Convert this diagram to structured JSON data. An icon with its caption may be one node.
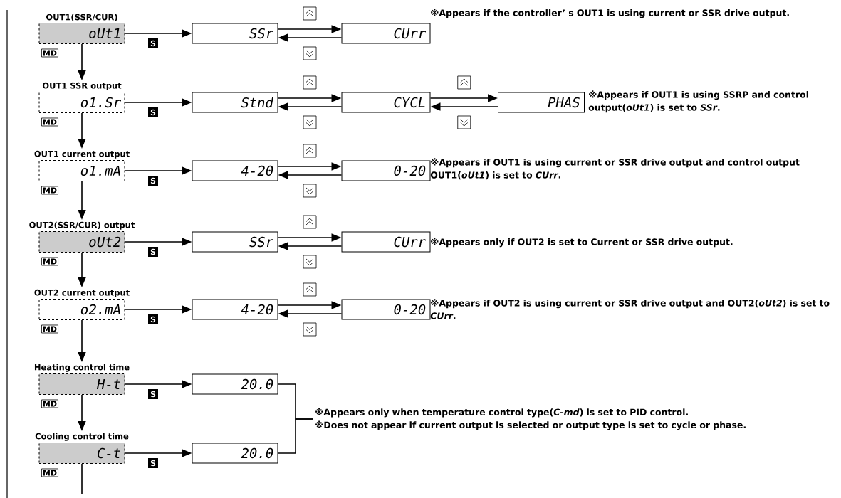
{
  "diagram": {
    "nodes": [
      {
        "text": [
          "OUT1(SSR/CUR)",
          "oUt1"
        ]
      },
      {
        "text": [
          "SSr"
        ]
      },
      {
        "text": [
          "CUrr"
        ]
      },
      {
        "text": [
          "OUT1 SSR output",
          "o1.Sr"
        ]
      },
      {
        "text": [
          "Stnd"
        ]
      },
      {
        "text": [
          "CYCL"
        ]
      },
      {
        "text": [
          "PHAS"
        ]
      },
      {
        "text": [
          "OUT1 current output",
          "o1.mA"
        ]
      },
      {
        "text": [
          "4-20"
        ]
      },
      {
        "text": [
          "0-20"
        ]
      },
      {
        "text": [
          "OUT2(SSR/CUR) output",
          "oUt2"
        ]
      },
      {
        "text": [
          "SSr"
        ]
      },
      {
        "text": [
          "CUrr"
        ]
      },
      {
        "text": [
          "OUT2 current output",
          "o2.mA"
        ]
      },
      {
        "text": [
          "4-20"
        ]
      },
      {
        "text": [
          "0-20"
        ]
      },
      {
        "text": [
          "Heating control time",
          "H-t"
        ]
      },
      {
        "text": [
          "20.0"
        ]
      },
      {
        "text": [
          "Cooling control time",
          "C-t"
        ]
      },
      {
        "text": [
          "20.0"
        ]
      },
      {
        "text": [
          "※Appears only when temperature control type(*C-md*) is set to PID control.",
          "※Does not appear if current output is selected or output type is set to cycle or phase."
        ]
      }
    ],
    "edges": [
      {
        "from": 0,
        "to": 1,
        "arrow": "to",
        "label": "S"
      },
      {
        "from": 1,
        "to": 2,
        "arrow": "to"
      },
      {
        "from": 2,
        "to": 1,
        "arrow": "to"
      },
      {
        "from": 0,
        "to": 3,
        "arrow": "to",
        "label": "MD"
      },
      {
        "from": 3,
        "to": 4,
        "arrow": "to",
        "label": "S"
      },
      {
        "from": 4,
        "to": 5,
        "arrow": "to"
      },
      {
        "from": 5,
        "to": 4,
        "arrow": "to"
      },
      {
        "from": 5,
        "to": 6,
        "arrow": "to"
      },
      {
        "from": 6,
        "to": 5,
        "arrow": "to"
      },
      {
        "from": 3,
        "to": 7,
        "arrow": "to",
        "label": "MD"
      },
      {
        "from": 7,
        "to": 8,
        "arrow": "to",
        "label": "S"
      },
      {
        "from": 8,
        "to": 9,
        "arrow": "to"
      },
      {
        "from": 9,
        "to": 8,
        "arrow": "to"
      },
      {
        "from": 7,
        "to": 10,
        "arrow": "to",
        "label": "MD"
      },
      {
        "from": 10,
        "to": 11,
        "arrow": "to",
        "label": "S"
      },
      {
        "from": 11,
        "to": 12,
        "arrow": "to"
      },
      {
        "from": 12,
        "to": 11,
        "arrow": "to"
      },
      {
        "from": 10,
        "to": 13,
        "arrow": "to",
        "label": "MD"
      },
      {
        "from": 13,
        "to": 14,
        "arrow": "to",
        "label": "S"
      },
      {
        "from": 14,
        "to": 15,
        "arrow": "to"
      },
      {
        "from": 15,
        "to": 14,
        "arrow": "to"
      },
      {
        "from": 13,
        "to": 16,
        "arrow": "to",
        "label": "MD"
      },
      {
        "from": 16,
        "to": 17,
        "arrow": "to",
        "label": "S"
      },
      {
        "from": 16,
        "to": 18,
        "arrow": "to",
        "label": "MD"
      },
      {
        "from": 18,
        "to": 19,
        "arrow": "to",
        "label": "S"
      },
      {
        "from": 18,
        "to": null,
        "arrow": "none",
        "label": "MD"
      },
      {
        "from": 17,
        "to": 20,
        "arrow": "none"
      },
      {
        "from": 19,
        "to": 20,
        "arrow": "none"
      }
    ],
    "labels": [
      "※Appears if the controller’ s OUT1 is using current or SSR drive output.",
      "※Appears if OUT1 is using SSRP and control output(*oUt1*) is set to *SSr*.",
      "※Appears if OUT1 is using current or SSR drive output and control output OUT1(*oUt1*) is set to *CUrr*.",
      "※Appears only if OUT2 is set to Current or SSR drive output.",
      "※Appears if OUT2 is using current or SSR drive output and OUT2(*oUt2*) is set to *CUrr*."
    ]
  }
}
